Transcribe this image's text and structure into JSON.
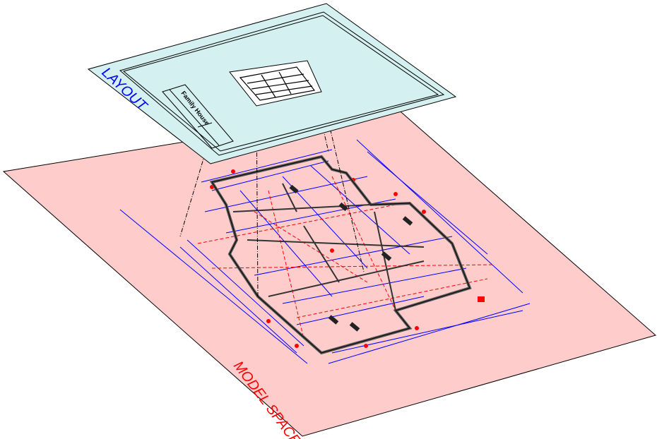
{
  "layout_label": "LAYOUT",
  "model_space_label": "MODEL SPACE",
  "title_block": {
    "project": "Family House"
  },
  "colors": {
    "model_space_fill": "#ffcccc",
    "layout_fill": "#d4f0f0",
    "layout_text": "#0000ff",
    "model_text": "#ff0000",
    "dimension_blue": "#0000ff",
    "annotation_red": "#ff0000",
    "wall": "#555555"
  }
}
